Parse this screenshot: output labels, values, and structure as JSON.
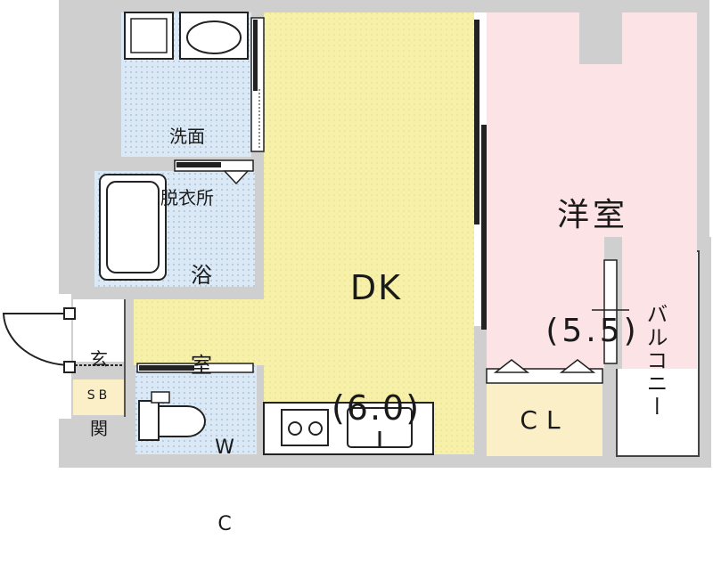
{
  "rooms": {
    "dk": {
      "name": "DK",
      "size": "(6.0)"
    },
    "western": {
      "name": "洋室",
      "size": "(5.5)"
    },
    "washroom": {
      "line1": "洗面",
      "line2": "脱衣所"
    },
    "bath": {
      "line1": "浴",
      "line2": "室"
    },
    "entrance": {
      "line1": "玄",
      "line2": "関"
    },
    "shoe_box": "SB",
    "toilet": {
      "line1": "W",
      "line2": "C"
    },
    "closet": "CL",
    "balcony": "バルコニー"
  },
  "colors": {
    "dk_floor": "#f6f0a8",
    "western_floor": "#fbe3e6",
    "wet_area_floor": "#dbe9f6",
    "closet_floor": "#fbefc8",
    "balcony_floor": "#ffffff",
    "wall": "#cfcfcf",
    "wall_edge": "#555555",
    "fixture": "#222222"
  }
}
